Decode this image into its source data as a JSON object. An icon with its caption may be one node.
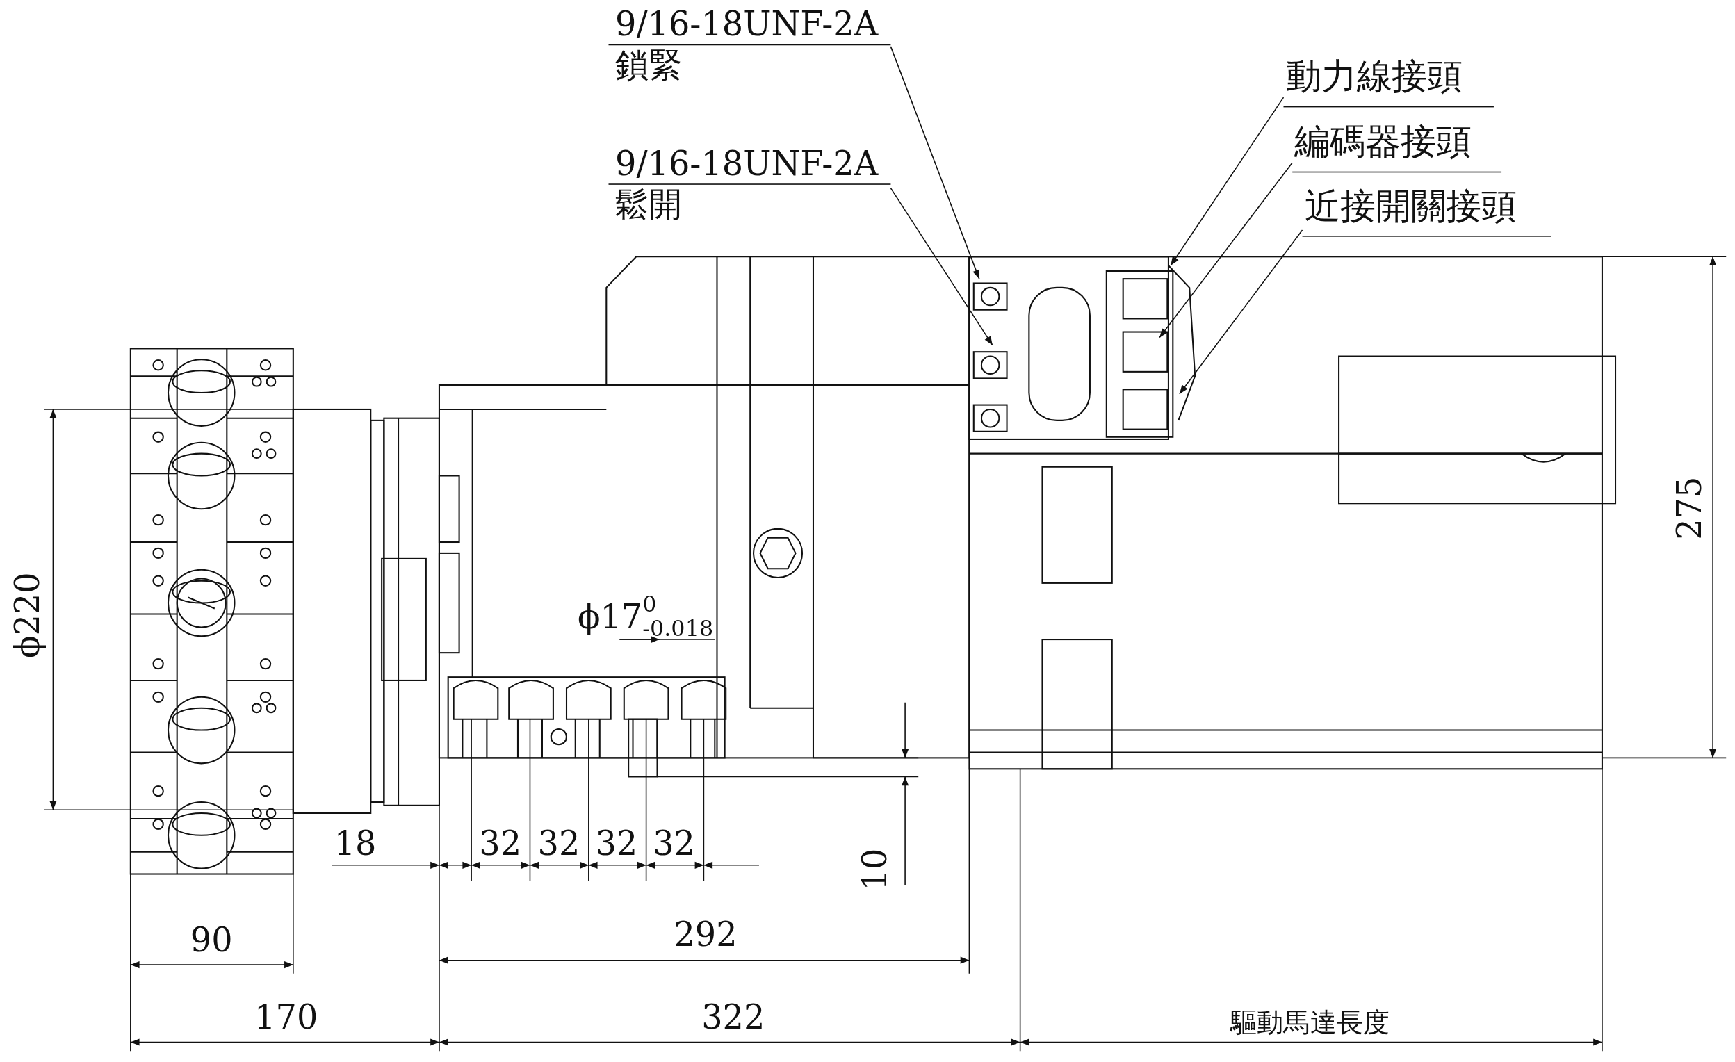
{
  "diagram": {
    "nodes": [
      {
        "text": [
          "9/16-18UNF-2A",
          "鎖緊"
        ]
      },
      {
        "text": [
          "9/16-18UNF-2A",
          "鬆開"
        ]
      },
      {
        "text": [
          "動力線接頭"
        ]
      },
      {
        "text": [
          "編碼器接頭"
        ]
      },
      {
        "text": [
          "近接開關接頭"
        ]
      }
    ],
    "edges": [
      {
        "from": 0,
        "to": null,
        "arrow": "to"
      },
      {
        "from": 1,
        "to": null,
        "arrow": "to"
      },
      {
        "from": 2,
        "to": null,
        "arrow": "to"
      },
      {
        "from": 3,
        "to": null,
        "arrow": "to"
      },
      {
        "from": 4,
        "to": null,
        "arrow": "to"
      }
    ],
    "labels": [
      "275",
      "ϕ220",
      "ϕ17$^{0}$$_{-0.018}$",
      "18",
      "32",
      "32",
      "32",
      "32",
      "10",
      "90",
      "292",
      "170",
      "322",
      "驅動馬達長度"
    ]
  }
}
